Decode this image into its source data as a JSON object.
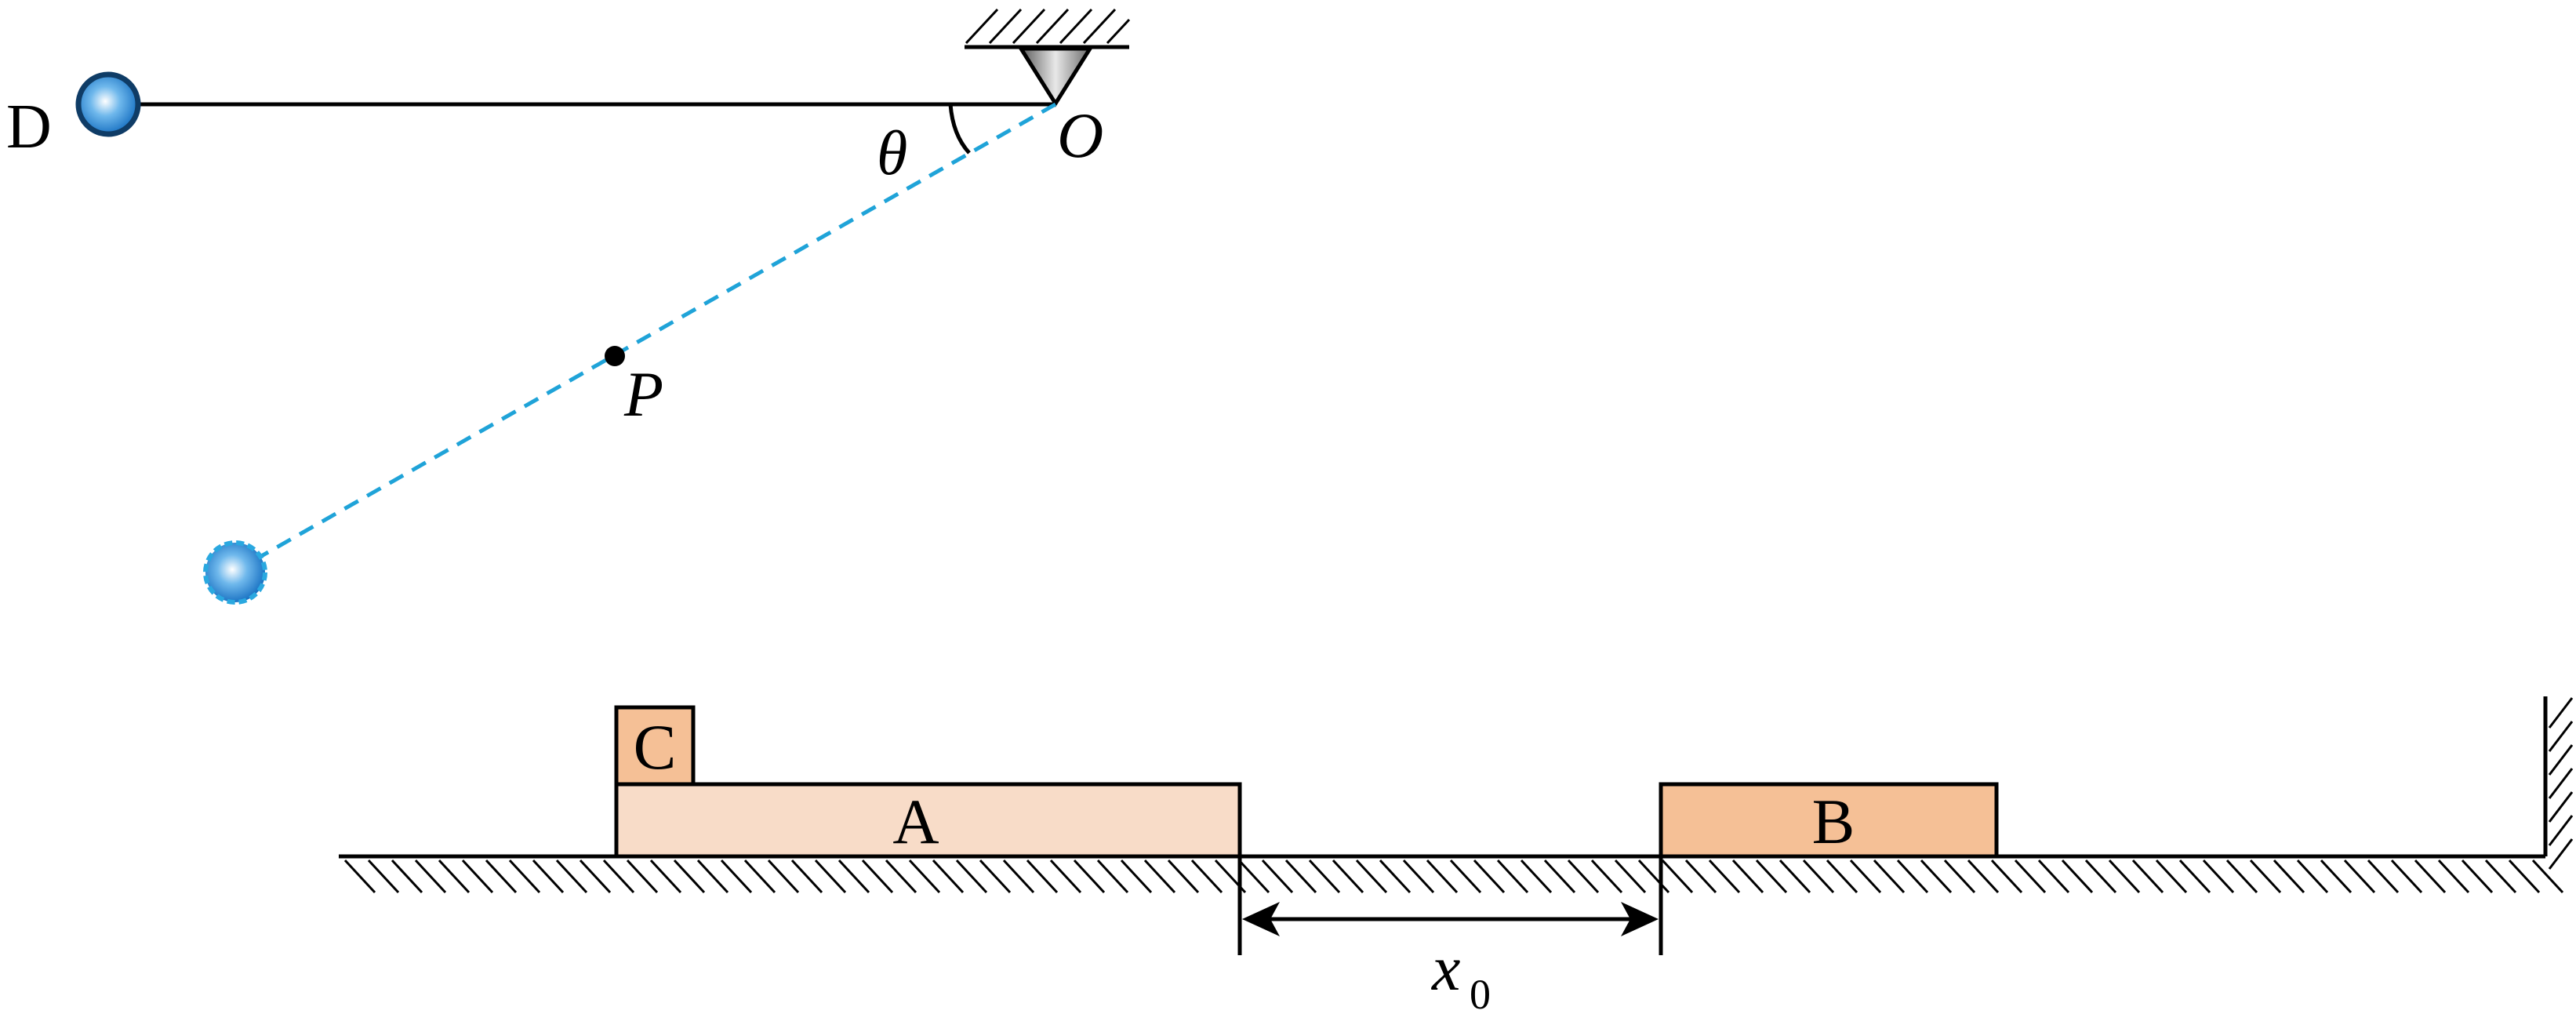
{
  "labels": {
    "D": "D",
    "O": "O",
    "theta": "θ",
    "P": "P",
    "C": "C",
    "A": "A",
    "B": "B",
    "x0_main": "x",
    "x0_sub": "0"
  },
  "colors": {
    "line": "#000000",
    "dashed_rope": "#1fa3d8",
    "ball_edge": "#1a6fa8",
    "ball_center": "#ffffff",
    "ball_mid": "#3a9de0",
    "block_A": "#f8dcc8",
    "block_B": "#f5c096",
    "block_C": "#f5c096",
    "pivot_fill": "#a0a0a0"
  }
}
